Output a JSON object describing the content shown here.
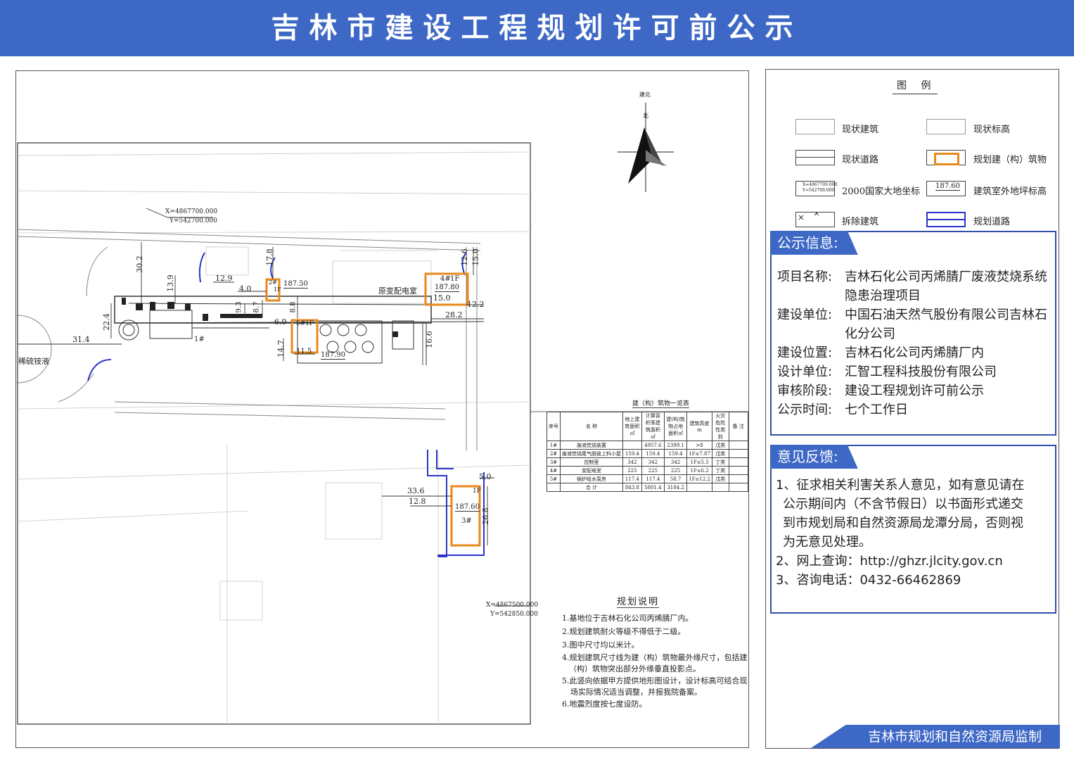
{
  "header": {
    "title": "吉林市建设工程规划许可前公示"
  },
  "plan": {
    "north_label": "建北",
    "north_label2": "北",
    "coord_top": {
      "x": "X=4867700.000",
      "y": "Y=542700.000"
    },
    "coord_bottom": {
      "x": "X=4867500.000",
      "y": "Y=542850.000"
    },
    "dims": [
      "30.2",
      "13.9",
      "22.4",
      "31.4",
      "12.9",
      "4.0",
      "17.8",
      "8.7",
      "9.3",
      "8.8",
      "6.0",
      "14.7",
      "11.5",
      "12.6",
      "15.0",
      "12.2",
      "28.2",
      "16.6",
      "15.0",
      "33.6",
      "12.8",
      "5.0",
      "26.8"
    ],
    "labels": {
      "b2": "2#",
      "b2_floors": "1F",
      "b2_elev": "187.50",
      "b4": "4#",
      "b4_floors": "1F",
      "b4_elev": "187.80",
      "b5": "5#",
      "b5_floors": "1F",
      "b5_elev": "187.90",
      "b3": "3#",
      "b3_floors": "1F",
      "b3_elev": "187.60",
      "b1": "1#",
      "substation": "原变配电室",
      "tank": "稀硫铵液"
    },
    "table": {
      "title": "建（构）筑物一览表",
      "headers": [
        "序号",
        "名 称",
        "地上建筑面积㎡",
        "计算容积率建筑面积㎡",
        "建(构)筑物占地面积㎡",
        "建筑高度m",
        "火灾危险性类别",
        "备 注"
      ],
      "rows": [
        [
          "1#",
          "废液焚烧装置",
          "",
          "4957.6",
          "2399.1",
          ">8",
          "戊类",
          ""
        ],
        [
          "2#",
          "废液焚烧尾气脱硫上料小屋",
          "159.4",
          "159.4",
          "159.4",
          "1F≤7.87",
          "戊类",
          ""
        ],
        [
          "3#",
          "控制室",
          "342",
          "342",
          "342",
          "1F≤5.5",
          "丁类",
          ""
        ],
        [
          "4#",
          "变配电室",
          "225",
          "225",
          "225",
          "1F≤6.2",
          "丁类",
          ""
        ],
        [
          "5#",
          "锅炉给水泵房",
          "117.4",
          "117.4",
          "58.7",
          "1F≤12.2",
          "戊类",
          ""
        ],
        [
          "",
          "合 计",
          "843.8",
          "5801.4",
          "3184.2",
          "",
          "",
          ""
        ]
      ]
    },
    "notes": {
      "title": "规划说明",
      "lines": [
        "1.基地位于吉林石化公司丙烯腈厂内。",
        "2.规划建筑耐火等级不得低于二级。",
        "3.图中尺寸均以米计。",
        "4.规划建筑尺寸线为建（构）筑物最外缘尺寸，包括建",
        "（构）筑物突出部分外缘垂直投影点。",
        "5.此竖向依据甲方提供地形图设计，设计标高可结合现",
        "场实际情况适当调整，并报我院备案。",
        "6.地震烈度按七度设防。"
      ]
    }
  },
  "legend": {
    "title": "图 例",
    "items": [
      "现状建筑",
      "现状标高",
      "现状道路",
      "规划建（构）筑物",
      "2000国家大地坐标",
      "建筑室外地坪标高",
      "拆除建筑",
      "规划道路"
    ],
    "coord_sample_x": "X=4867700.000",
    "coord_sample_y": "Y=542700.000",
    "elev_sample": "187.60",
    "colors": {
      "planned_building": "#e8891e",
      "planned_road": "#2a34c8"
    }
  },
  "info": {
    "title": "公示信息:",
    "rows": [
      {
        "label": "项目名称:",
        "value": "吉林石化公司丙烯腈厂废液焚烧系统隐患治理项目"
      },
      {
        "label": "建设单位:",
        "value": "中国石油天然气股份有限公司吉林石化分公司"
      },
      {
        "label": "建设位置:",
        "value": "吉林石化公司丙烯腈厂内"
      },
      {
        "label": "设计单位:",
        "value": "汇智工程科技股份有限公司"
      },
      {
        "label": "审核阶段:",
        "value": "建设工程规划许可前公示"
      },
      {
        "label": "公示时间:",
        "value": "七个工作日"
      }
    ]
  },
  "feedback": {
    "title": "意见反馈:",
    "lines": [
      "1、征求相关利害关系人意见，如有意见请在",
      "公示期间内（不含节假日）以书面形式递交",
      "到市规划局和自然资源局龙潭分局，否则视",
      "为无意见处理。",
      "2、网上查询：http://ghzr.jlcity.gov.cn",
      "3、咨询电话：0432-66462869"
    ]
  },
  "footer": {
    "text": "吉林市规划和自然资源局监制"
  }
}
